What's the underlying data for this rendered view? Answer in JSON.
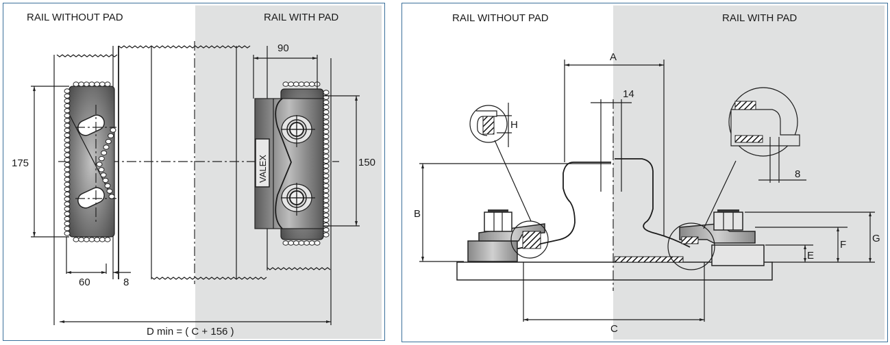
{
  "left_panel": {
    "title_without_pad": "RAIL WITHOUT PAD",
    "title_with_pad": "RAIL WITH PAD",
    "dimensions": {
      "clip_width_with_pad": "90",
      "clip_height_without_pad": "175",
      "clip_height_with_pad": "150",
      "clip_width_without_pad": "60",
      "gap": "8",
      "d_min_formula": "D min = ( C + 156 )"
    },
    "brand_label": "VALEX"
  },
  "right_panel": {
    "title_without_pad": "RAIL WITHOUT PAD",
    "title_with_pad": "RAIL WITH PAD",
    "dimensions": {
      "a": "A",
      "web_offset": "14",
      "h": "H",
      "b": "B",
      "c": "C",
      "e": "E",
      "f": "F",
      "g": "G",
      "detail_gap": "8"
    }
  },
  "colors": {
    "border": "#3a6f9a",
    "shaded_region": "#e0e1e1",
    "clip_dark": "#555555",
    "clip_light": "#b5b5b5"
  }
}
